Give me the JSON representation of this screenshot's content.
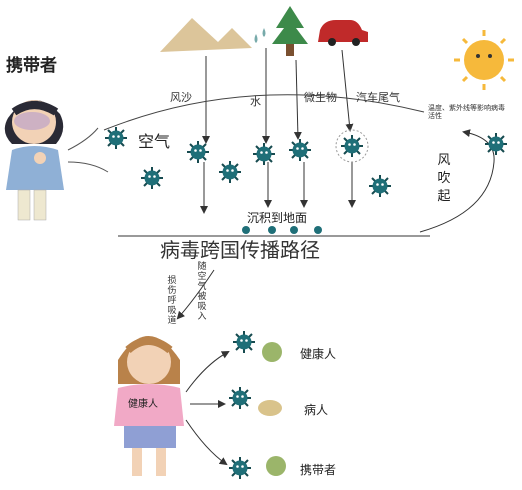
{
  "title": "病毒跨国传播路径",
  "carrier_top_label": "携带者",
  "air_label": "空气",
  "sources": [
    "风沙",
    "水",
    "微生物",
    "汽车尾气"
  ],
  "uv_note": "温度、紫外线等影响病毒活性",
  "sediment_label": "沉积到地面",
  "wind_label": "风吹起",
  "routes": [
    "损伤呼吸道",
    "随空气被吸入"
  ],
  "healthy_person_label": "健康人",
  "outcomes": [
    "健康人",
    "病人",
    "携带者"
  ],
  "colors": {
    "virus": "#1f6f78",
    "virus_dark": "#174b50",
    "sun": "#f6b93b",
    "shirt_pink": "#f1a9c6",
    "carrier_shirt": "#8fb0d6"
  }
}
